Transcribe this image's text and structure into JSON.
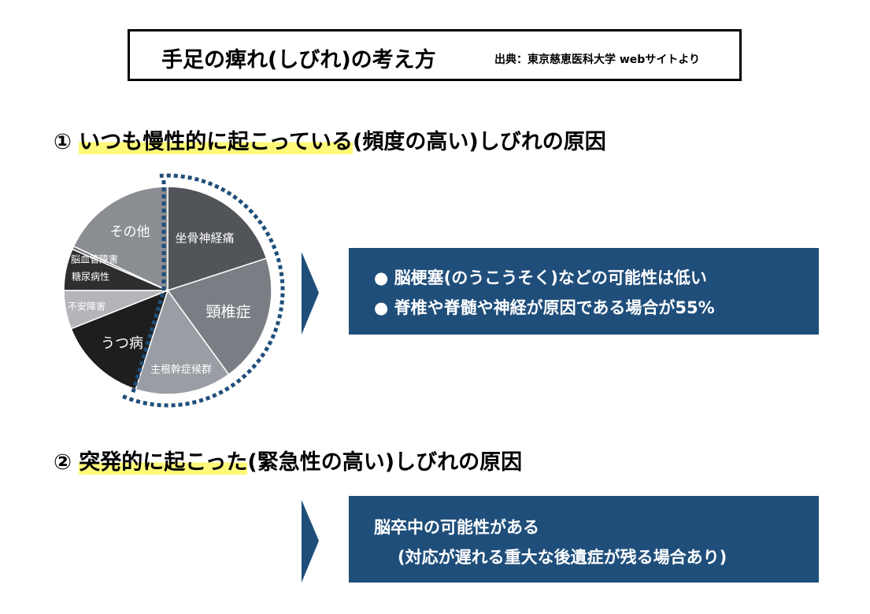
{
  "header": {
    "title": "手足の痺れ(しびれ)の考え方",
    "source": "出典：東京慈恵医科大学 webサイトより"
  },
  "section1": {
    "number": "①",
    "highlight": "いつも慢性的に起こっている",
    "rest": "(頻度の高い)しびれの原因",
    "bullets": [
      "● 脳梗塞(のうこうそく)などの可能性は低い",
      "● 脊椎や脊髄や神経が原因である場合が55%"
    ]
  },
  "section2": {
    "number": "②",
    "highlight": "突発的に起こった",
    "rest": "(緊急性の高い)しびれの原因",
    "lines": [
      "脳卒中の可能性がある",
      "(対応が遅れる重大な後遺症が残る場合あり)"
    ]
  },
  "colors": {
    "box": "#1f4e7a",
    "highlight": "#fff97a",
    "dotted_marker": "#1f4e7a"
  },
  "chart_data": {
    "type": "pie",
    "start": "top",
    "direction": "clockwise",
    "unit": "percent (estimated)",
    "slices": [
      {
        "label": "坐骨神経痛",
        "value": 20,
        "color": "#515459"
      },
      {
        "label": "頸椎症",
        "value": 20,
        "color": "#7a7e84"
      },
      {
        "label": "主根幹症候群",
        "value": 15,
        "color": "#9a9ea4"
      },
      {
        "label": "うつ病",
        "value": 14,
        "color": "#1e1e1e"
      },
      {
        "label": "不安障害",
        "value": 6,
        "color": "#b4b4b9"
      },
      {
        "label": "糖尿病性",
        "value": 6.5,
        "color": "#2e2e30"
      },
      {
        "label": "脳血管障害",
        "value": 0.5,
        "color": "#6e6e72"
      },
      {
        "label": "その他",
        "value": 18,
        "color": "#8a8d92"
      }
    ],
    "highlighted_group": [
      "坐骨神経痛",
      "頸椎症",
      "主根幹症候群"
    ],
    "highlighted_total": 55
  }
}
